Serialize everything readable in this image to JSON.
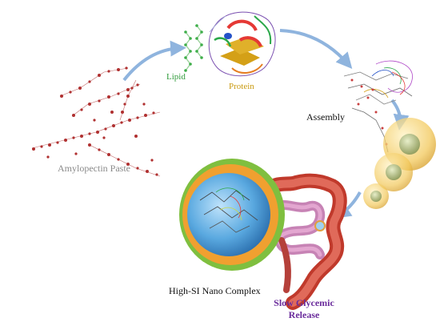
{
  "labels": {
    "amylopectin": "Amylopectin Paste",
    "lipid": "Lipid",
    "protein": "Protein",
    "assembly": "Assembly",
    "complex": "High-SI Nano Complex",
    "release": "Slow Glycemic Release"
  },
  "colors": {
    "arrow": "#8fb4de",
    "amylopectin": "#b03030",
    "lipid": "#3fae4a",
    "protein_gold": "#d4a017",
    "outer_ring": "#7fbf3f",
    "orange_ring": "#f0a030",
    "core_blue": "#5aa9e0",
    "release_text": "#6b2d9c"
  },
  "icons": [
    "amylopectin-molecule-icon",
    "lipid-chain-icon",
    "protein-structure-icon",
    "assembly-cluster-icon",
    "nanoparticle-sphere-icon",
    "nano-complex-icon",
    "intestine-icon"
  ]
}
